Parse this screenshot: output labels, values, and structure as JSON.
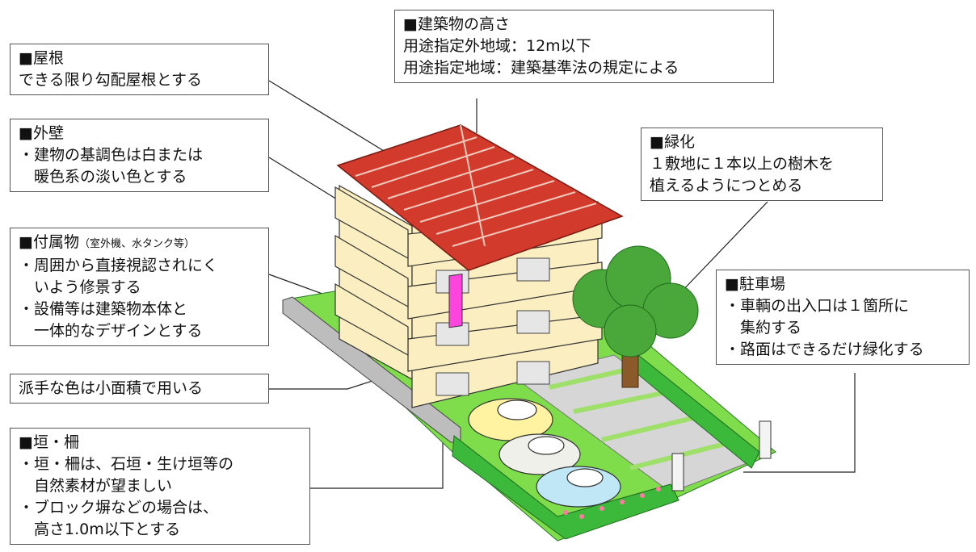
{
  "labels": {
    "roof": {
      "title": "■屋根",
      "lines": [
        "できる限り勾配屋根とする"
      ]
    },
    "height": {
      "title": "■建築物の高さ",
      "lines": [
        "用途指定外地域：12m以下",
        "用途指定地域：建築基準法の規定による"
      ]
    },
    "wall": {
      "title": "■外壁",
      "lines": [
        "・建物の基調色は白または",
        "　暖色系の淡い色とする"
      ]
    },
    "green": {
      "title": "■緑化",
      "lines": [
        "１敷地に１本以上の樹木を",
        "植えるようにつとめる"
      ]
    },
    "attach": {
      "title": "■付属物",
      "title_note": "（室外機、水タンク等）",
      "lines": [
        "・周囲から直接視認されにく",
        "　いよう修景する",
        "・設備等は建築物本体と",
        "　一体的なデザインとする"
      ]
    },
    "parking": {
      "title": "■駐車場",
      "lines": [
        "・車輌の出入口は１箇所に",
        "　集約する",
        "・路面はできるだけ緑化する"
      ]
    },
    "flashy": {
      "title": "",
      "lines": [
        "派手な色は小面積で用いる"
      ]
    },
    "fence": {
      "title": "■垣・柵",
      "lines": [
        "・垣・柵は、石垣・生け垣等の",
        "　自然素材が望ましい",
        "・ブロック塀などの場合は、",
        "　高さ1.0m以下とする"
      ]
    }
  },
  "colors": {
    "wall": "#fbeec0",
    "roof": "#d23a2c",
    "lawn": "#7fdc4a",
    "hedge": "#3cb83a",
    "tree": "#4aa83a",
    "trunk": "#8b5a2b",
    "accent_sign": "#ff44dd"
  }
}
